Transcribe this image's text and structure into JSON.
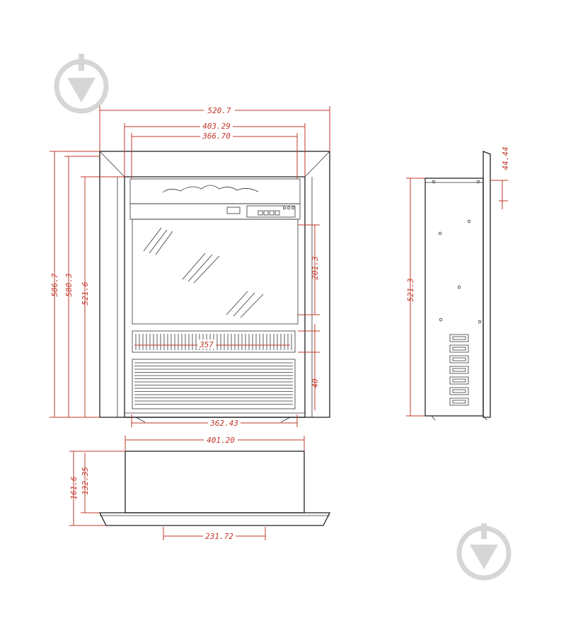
{
  "front_view": {
    "dims": {
      "overall_width": "520.7",
      "opening_width": "403.29",
      "inner_width": "366.70",
      "overall_height": "586.7",
      "opening_height": "580.3",
      "inner_height": "521.6",
      "glass_height": "201.3",
      "grille_width": "357",
      "base_height": "40",
      "bottom_width": "362.43"
    }
  },
  "side_view": {
    "dims": {
      "depth_top": "44.44",
      "height": "521.3"
    }
  },
  "top_view": {
    "dims": {
      "body_width": "401.20",
      "total_depth": "161.6",
      "body_depth": "132.35",
      "base_width": "231.72"
    }
  },
  "colors": {
    "dimension": "#c0392b",
    "outline": "#222222",
    "watermark": "#d6d6d6"
  }
}
